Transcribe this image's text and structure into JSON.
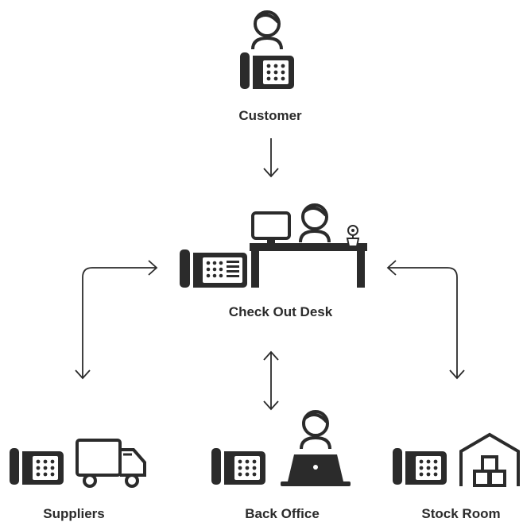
{
  "nodes": {
    "customer": {
      "label": "Customer"
    },
    "checkout": {
      "label": "Check Out Desk"
    },
    "suppliers": {
      "label": "Suppliers"
    },
    "back_office": {
      "label": "Back Office"
    },
    "stock_room": {
      "label": "Stock Room"
    }
  },
  "colors": {
    "ink": "#2b2b2b",
    "background": "#ffffff"
  },
  "icons": [
    "person-icon",
    "desk-phone-icon",
    "computer-monitor-icon",
    "desk-icon",
    "flower-pot-icon",
    "delivery-truck-icon",
    "laptop-icon",
    "warehouse-icon"
  ]
}
